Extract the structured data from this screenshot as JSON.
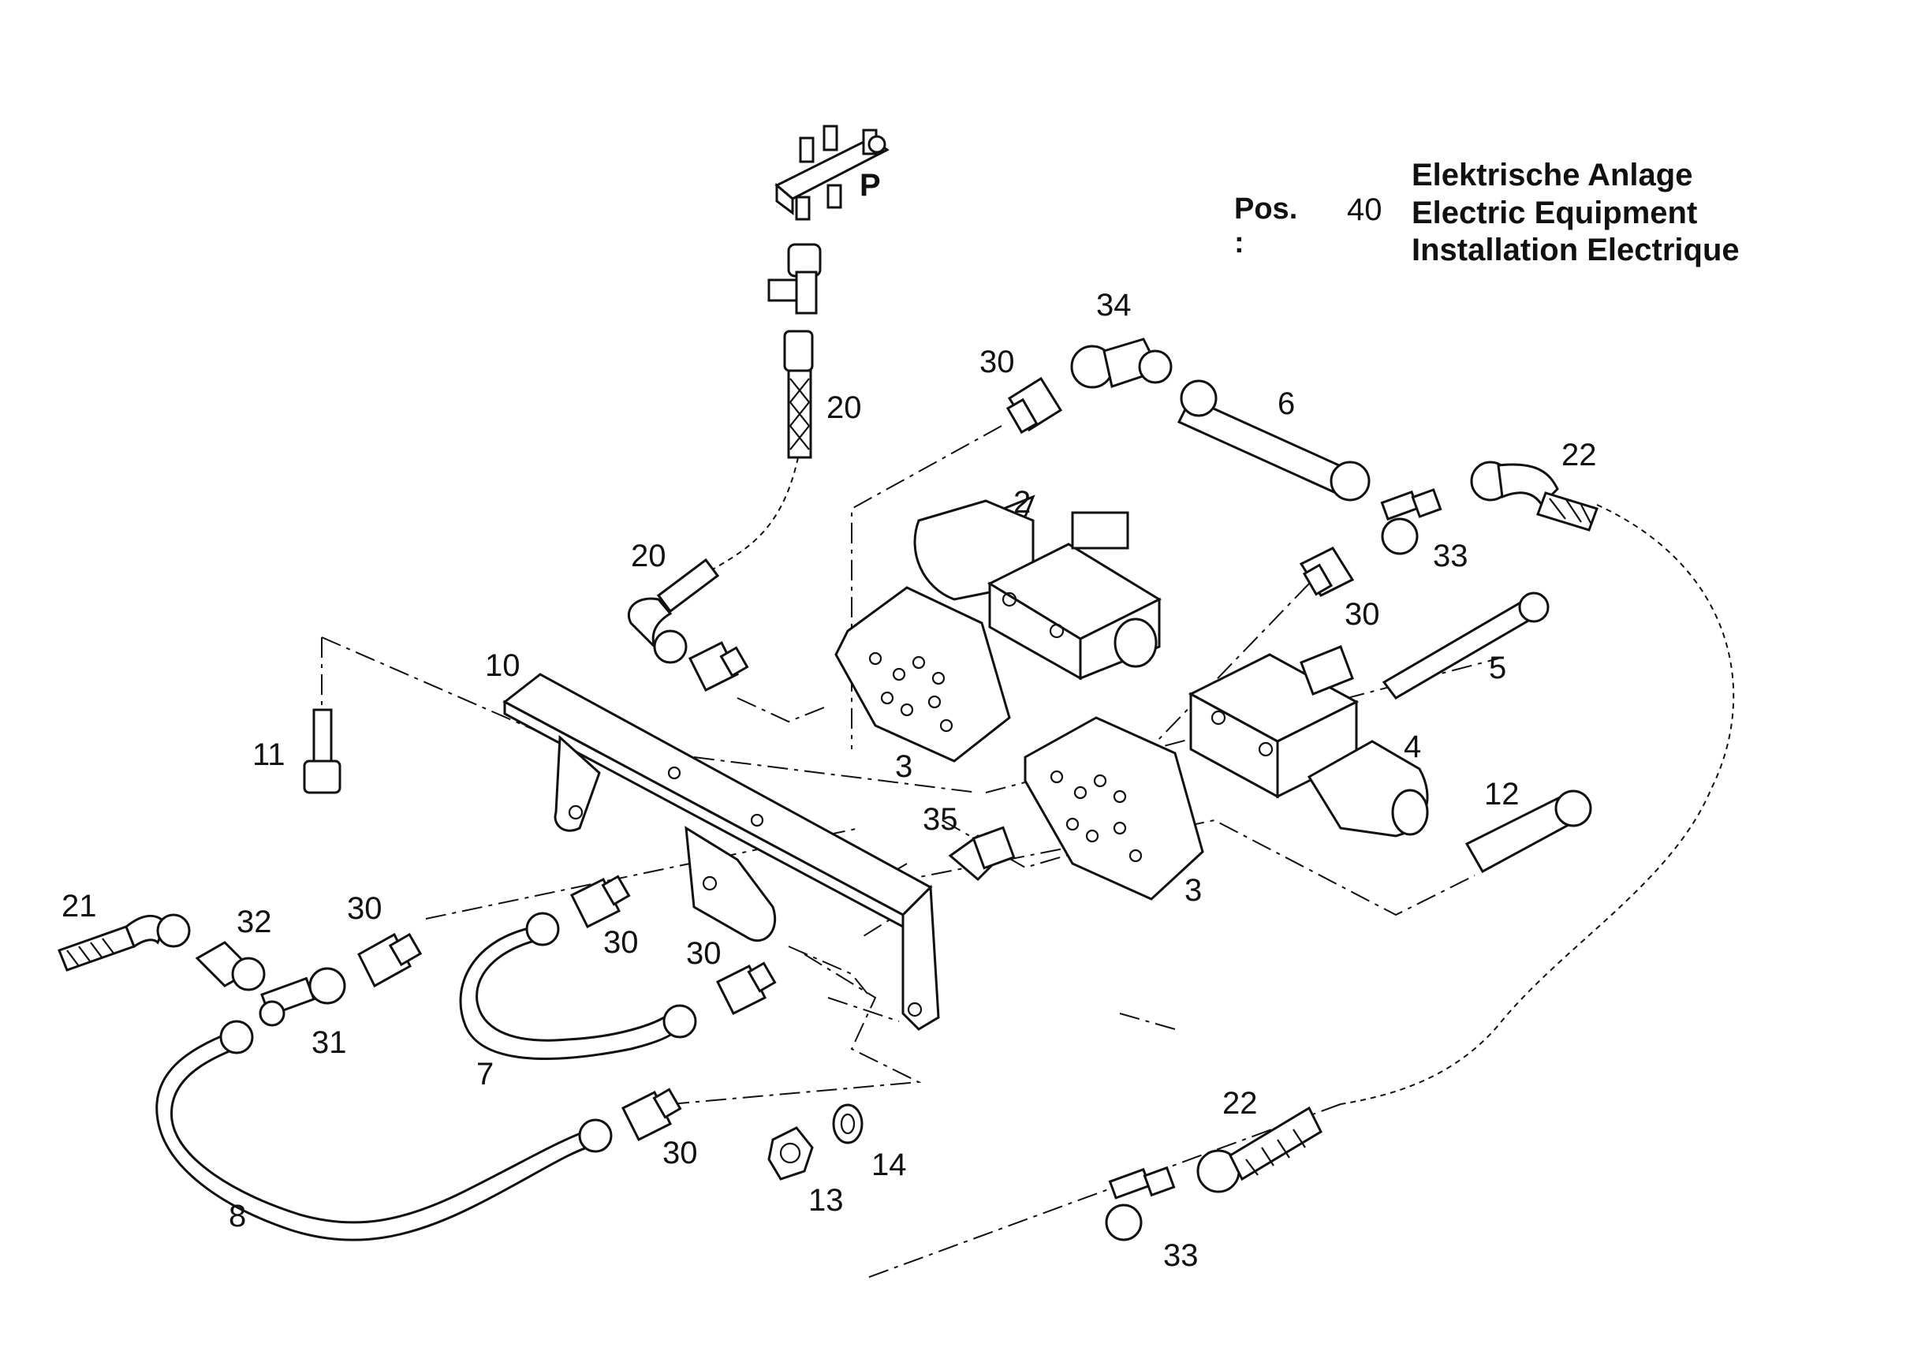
{
  "header": {
    "pos_label": "Pos. :",
    "pos_value": "40",
    "title_de": "Elektrische Anlage",
    "title_en": "Electric Equipment",
    "title_fr": "Installation Electrique"
  },
  "callouts": [
    {
      "id": "p",
      "text": "P"
    },
    {
      "id": "20a",
      "text": "20"
    },
    {
      "id": "20b",
      "text": "20"
    },
    {
      "id": "34",
      "text": "34"
    },
    {
      "id": "30a",
      "text": "30"
    },
    {
      "id": "6",
      "text": "6"
    },
    {
      "id": "22a",
      "text": "22"
    },
    {
      "id": "2",
      "text": "2"
    },
    {
      "id": "33a",
      "text": "33"
    },
    {
      "id": "30b",
      "text": "30"
    },
    {
      "id": "5",
      "text": "5"
    },
    {
      "id": "10",
      "text": "10"
    },
    {
      "id": "11",
      "text": "11"
    },
    {
      "id": "3a",
      "text": "3"
    },
    {
      "id": "4",
      "text": "4"
    },
    {
      "id": "12",
      "text": "12"
    },
    {
      "id": "35",
      "text": "35"
    },
    {
      "id": "3b",
      "text": "3"
    },
    {
      "id": "21",
      "text": "21"
    },
    {
      "id": "32",
      "text": "32"
    },
    {
      "id": "30c",
      "text": "30"
    },
    {
      "id": "30d",
      "text": "30"
    },
    {
      "id": "30e",
      "text": "30"
    },
    {
      "id": "31",
      "text": "31"
    },
    {
      "id": "7",
      "text": "7"
    },
    {
      "id": "30f",
      "text": "30"
    },
    {
      "id": "14",
      "text": "14"
    },
    {
      "id": "13",
      "text": "13"
    },
    {
      "id": "22b",
      "text": "22"
    },
    {
      "id": "8",
      "text": "8"
    },
    {
      "id": "33b",
      "text": "33"
    }
  ]
}
